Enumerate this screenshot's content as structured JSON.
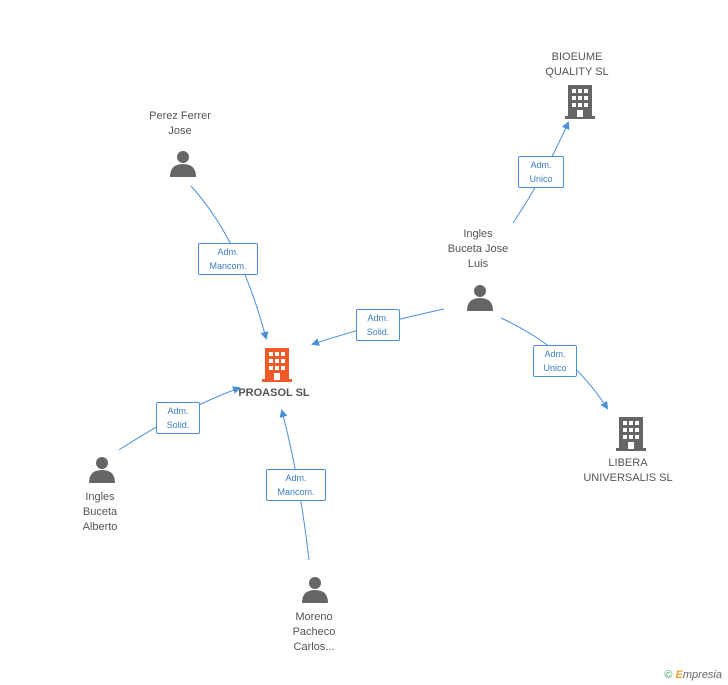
{
  "colors": {
    "edge": "#4a90d9",
    "center_building": "#f05a28",
    "building": "#666666",
    "person": "#666666",
    "edge_text": "#3b7dc4"
  },
  "center": {
    "label": "PROASOL SL"
  },
  "nodes": {
    "perez": {
      "label": "Perez Ferrer\nJose"
    },
    "bioeume": {
      "label": "BIOEUME\nQUALITY SL"
    },
    "ingles_jose": {
      "label": "Ingles\nBuceta Jose\nLuis"
    },
    "libera": {
      "label": "LIBERA\nUNIVERSALIS SL"
    },
    "ingles_alberto": {
      "label": "Ingles\nBuceta\nAlberto"
    },
    "moreno": {
      "label": "Moreno\nPacheco\nCarlos..."
    }
  },
  "edges": {
    "perez_proasol": "Adm.\nMancom.",
    "ingles_jose_proasol": "Adm.\nSolid.",
    "ingles_jose_bioeume": "Adm.\nUnico",
    "ingles_jose_libera": "Adm.\nUnico",
    "ingles_alberto_proasol": "Adm.\nSolid.",
    "moreno_proasol": "Adm.\nMancom."
  },
  "footer": {
    "copyright": "©",
    "brand_initial": "E",
    "brand_rest": "mpresia"
  }
}
